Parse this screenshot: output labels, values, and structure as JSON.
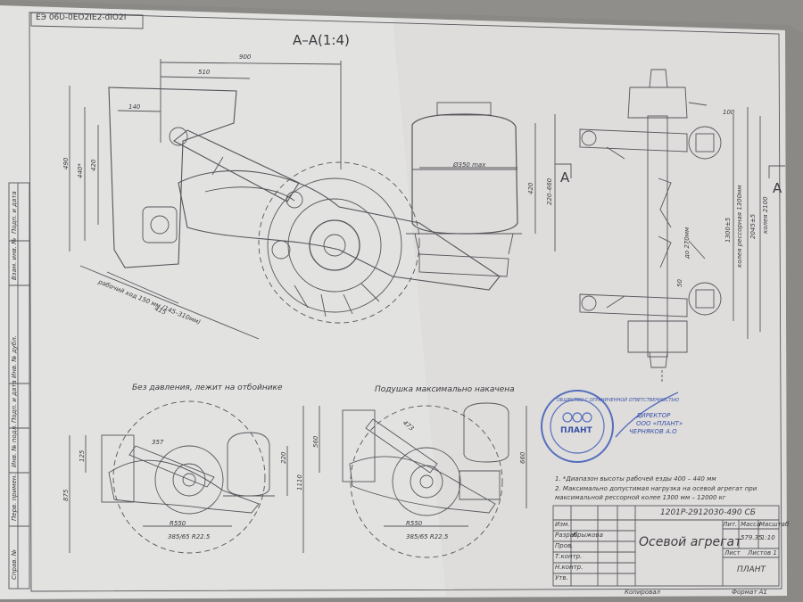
{
  "drawing": {
    "stamp_code_top": "ЕЭ 06Ʋ-0ЕО2ІЕ2-dIO2І",
    "section_label": "A–A(1:4)",
    "section_marker_left": "A",
    "section_marker_right": "A",
    "caption_left_view": "Без давления, лежит на отбойнике",
    "caption_right_view": "Подушка максимально накачена",
    "designation": "1201P-2912030-490 СБ",
    "title": "Осевой агрегат",
    "company": "ПЛАНТ",
    "mass": "579.35",
    "scale": "1:10",
    "copied_label": "Копировал",
    "format_label": "Формат А1"
  },
  "notes": [
    "1. *Диапазон высоты рабочей езды 400 – 440 мм",
    "2. Максимально допустимая нагрузка на осевой агрегат при максимальной рессорной колее 1300 мм – 12000 кг"
  ],
  "dimensions": {
    "d900": "900",
    "d510": "510",
    "d140": "140",
    "d490": "490",
    "d440": "440*",
    "d420": "420",
    "d350": "Ø350 max",
    "d420b": "420",
    "d220_660": "220–660",
    "d415": "415",
    "travel": "рабочий ход 150 мм (145–310мм)",
    "d100": "100",
    "d1300": "1300±5",
    "d2045": "2045±5",
    "track": "колея рессорная 1300мм",
    "wheel_track": "колея 2100",
    "d270": "до 270мм",
    "d50": "50",
    "d357": "357",
    "d125": "125",
    "d875": "875",
    "d220": "220",
    "r550a": "R550",
    "tire_a": "385/65 R22.5",
    "d473": "473",
    "d560": "560",
    "d1110": "1110",
    "d660": "660",
    "r550b": "R550",
    "tire_b": "385/65 R22.5"
  },
  "stamp": {
    "ring_text": "ОБЩЕСТВО С ОГРАНИЧЕННОЙ ОТВЕТСТВЕННОСТЬЮ",
    "center_text": "ПЛАНТ",
    "signature_lines": [
      "ДИРЕКТОР",
      "ООО «ПЛАНТ»",
      "ЧЕРНЯКОВ А.О"
    ]
  },
  "title_block": {
    "rows": [
      "Изм.",
      "Разраб.",
      "Пров.",
      "Т.контр.",
      "Н.контр.",
      "Утв."
    ],
    "signer": "Крыжова",
    "columns": [
      "Лит.",
      "Масса",
      "Масштаб"
    ],
    "sheet_labels": [
      "Лист",
      "Листов 1"
    ]
  },
  "left_strip": [
    "Подп. и дата",
    "Взам. инв. №",
    "Инв. № дубл.",
    "Подп. и дата",
    "Инв. № подл.",
    "Перв. примен.",
    "Справ. №"
  ]
}
